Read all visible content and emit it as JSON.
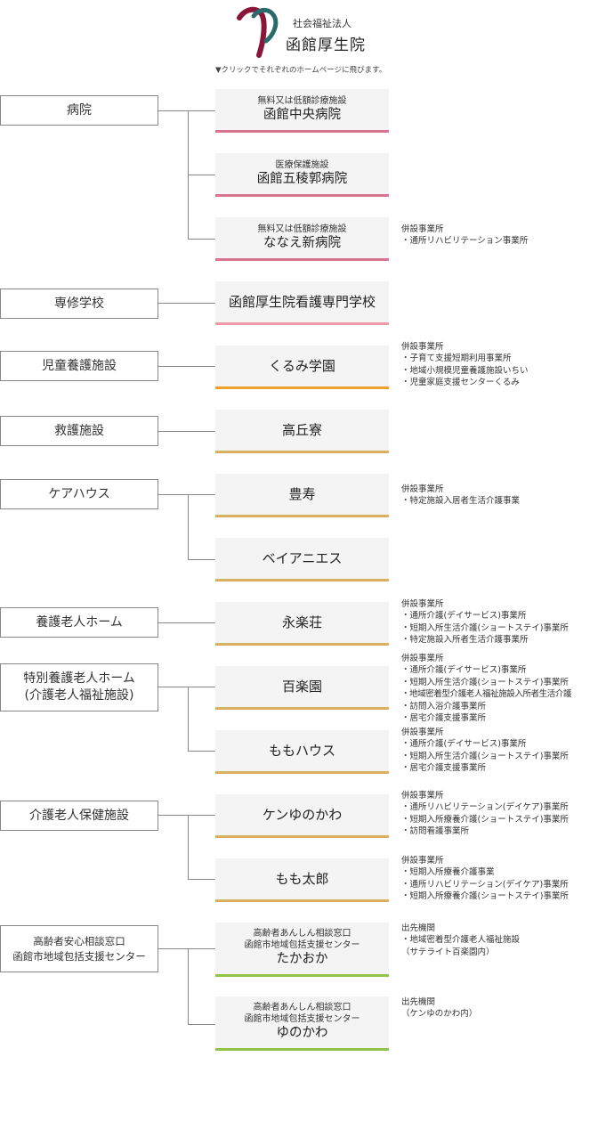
{
  "org": {
    "type": "社会福祉法人",
    "name": "函館厚生院"
  },
  "colors": {
    "logo_red": "#8b1538",
    "logo_teal": "#2a6a6a",
    "pink": "#d9728f",
    "light_pink": "#ec9ca9",
    "orange": "#efa02b",
    "tan": "#d7af5e",
    "green": "#8fc449",
    "line": "#888888",
    "box_bg": "#f4f4f4"
  },
  "instruction": "▼クリックでそれぞれのホームページに飛びます。",
  "categories": [
    {
      "label": "病院"
    },
    {
      "label": "専修学校"
    },
    {
      "label": "児童養護施設"
    },
    {
      "label": "救護施設"
    },
    {
      "label": "ケアハウス"
    },
    {
      "label": "養護老人ホーム"
    },
    {
      "label": "特別養護老人ホーム\n(介護老人福祉施設)"
    },
    {
      "label": "介護老人保健施設"
    },
    {
      "label": "高齢者安心相談窓口\n函館市地域包括支援センター"
    }
  ],
  "facilities": [
    {
      "sub": "無料又は低額診療施設",
      "name": "函館中央病院"
    },
    {
      "sub": "医療保護施設",
      "name": "函館五稜郭病院"
    },
    {
      "sub": "無料又は低額診療施設",
      "name": "ななえ新病院"
    },
    {
      "sub": "",
      "name": "函館厚生院看護専門学校"
    },
    {
      "sub": "",
      "name": "くるみ学園"
    },
    {
      "sub": "",
      "name": "高丘寮"
    },
    {
      "sub": "",
      "name": "豊寿"
    },
    {
      "sub": "",
      "name": "ベイアニエス"
    },
    {
      "sub": "",
      "name": "永楽荘"
    },
    {
      "sub": "",
      "name": "百楽園"
    },
    {
      "sub": "",
      "name": "ももハウス"
    },
    {
      "sub": "",
      "name": "ケンゆのかわ"
    },
    {
      "sub": "",
      "name": "もも太郎"
    },
    {
      "sub": "高齢者あんしん相談窓口\n函館市地域包括支援センター",
      "name": "たかおか"
    },
    {
      "sub": "高齢者あんしん相談窓口\n函館市地域包括支援センター",
      "name": "ゆのかわ"
    }
  ],
  "notes": [
    {
      "lines": [
        "併設事業所",
        "・通所リハビリテーション事業所"
      ]
    },
    {
      "lines": [
        "併設事業所",
        "・子育て支援短期利用事業所",
        "・地域小規模児童養護施設いちい",
        "・児童家庭支援センターくるみ"
      ]
    },
    {
      "lines": [
        "併設事業所",
        "・特定施設入居者生活介護事業"
      ]
    },
    {
      "lines": [
        "併設事業所",
        "・通所介護(デイサービス)事業所",
        "・短期入所生活介護(ショートステイ)事業所",
        "・特定施設入所者生活介護事業所"
      ]
    },
    {
      "lines": [
        "併設事業所",
        "・通所介護(デイサービス)事業所",
        "・短期入所生活介護(ショートステイ)事業所",
        "・地域密着型介護老人福祉施設入所者生活介護",
        "・訪問入浴介護事業所",
        "・居宅介護支援事業所"
      ]
    },
    {
      "lines": [
        "併設事業所",
        "・通所介護(デイサービス)事業所",
        "・短期入所生活介護(ショートステイ)事業所",
        "・居宅介護支援事業所"
      ]
    },
    {
      "lines": [
        "併設事業所",
        "・通所リハビリテーション(デイケア)事業所",
        "・短期入所療養介護(ショートステイ)事業所",
        "・訪問看護事業所"
      ]
    },
    {
      "lines": [
        "併設事業所",
        "・短期入所療養介護事業",
        "・通所リハビリテーション(デイケア)事業所",
        "・短期入所療養介護(ショートステイ)事業所"
      ]
    },
    {
      "lines": [
        "出先機関",
        "・地域密着型介護老人福祉施設",
        "（サテライト百楽園内）"
      ]
    },
    {
      "lines": [
        "出先機関",
        "（ケンゆのかわ内）"
      ]
    }
  ]
}
